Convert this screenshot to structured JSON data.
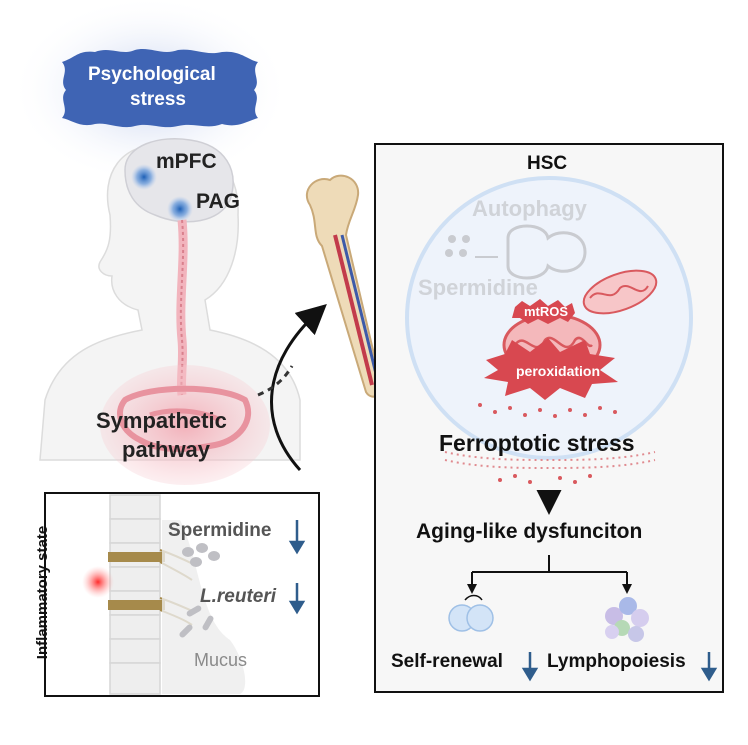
{
  "stress": {
    "line1": "Psychological",
    "line2": "stress"
  },
  "brain": {
    "mpfc": "mPFC",
    "pag": "PAG"
  },
  "pathway": {
    "line1": "Sympathetic",
    "line2": "pathway"
  },
  "gut": {
    "side_label": "Inflammatory state",
    "spermidine": "Spermidine",
    "reuteri": "L.reuteri",
    "mucus": "Mucus"
  },
  "hsc": {
    "title": "HSC",
    "autophagy": "Autophagy",
    "spermidine": "Spermidine",
    "mtros": "mtROS",
    "peroxidation": "peroxidation",
    "ferroptotic": "Ferroptotic stress",
    "aging": "Aging-like dysfunciton",
    "self_renewal": "Self-renewal",
    "lymphopoiesis": "Lymphopoiesis"
  },
  "colors": {
    "stress_cloud": "#3f64b4",
    "arrow_down": "#2f5d8c",
    "mito": "#d9595e",
    "faded_text": "#d0d3d8"
  }
}
